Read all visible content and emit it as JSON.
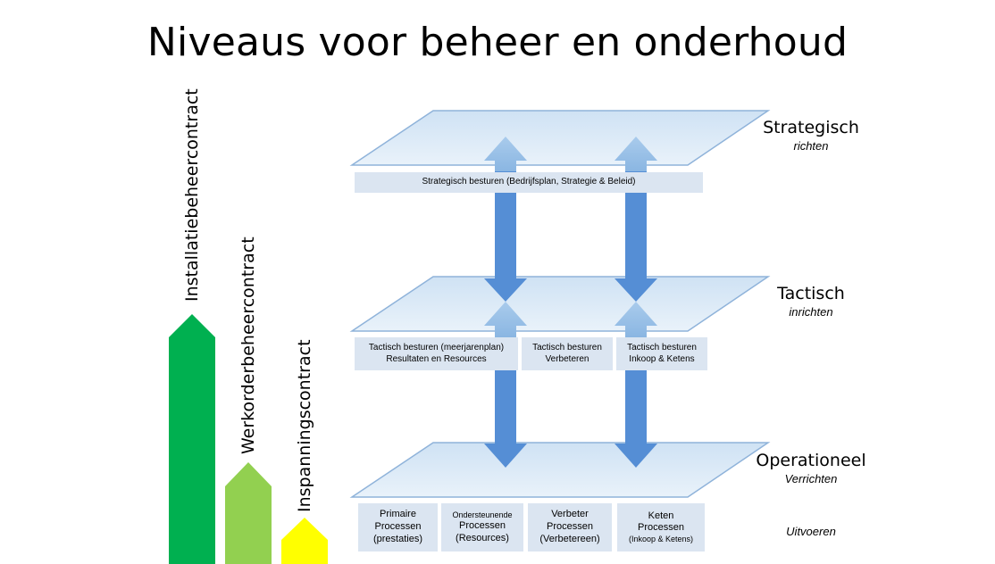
{
  "title": "Niveaus voor beheer en onderhoud",
  "contracts": [
    {
      "label": "Installatiebeheercontract",
      "color": "#00b050"
    },
    {
      "label": "Werkorderbeheercontract",
      "color": "#92d050"
    },
    {
      "label": "Inspanningscontract",
      "color": "#ffff00"
    }
  ],
  "levels": {
    "strategisch": {
      "name": "Strategisch",
      "sub": "richten"
    },
    "tactisch": {
      "name": "Tactisch",
      "sub": "inrichten"
    },
    "operationeel": {
      "name": "Operationeel",
      "sub": "Verrichten"
    },
    "uitvoeren": "Uitvoeren"
  },
  "strategic_box": "Strategisch besturen (Bedrijfsplan, Strategie & Beleid)",
  "tactical_boxes": [
    {
      "line1": "Tactisch besturen (meerjarenplan)",
      "line2": "Resultaten en Resources"
    },
    {
      "line1": "Tactisch besturen",
      "line2": "Verbeteren"
    },
    {
      "line1": "Tactisch besturen",
      "line2": "Inkoop & Ketens"
    }
  ],
  "operational_boxes": [
    {
      "line1": "Primaire",
      "line2": "Processen",
      "line3": "(prestaties)"
    },
    {
      "line1": "Ondersteunende",
      "line2": "Processen",
      "line3": "(Resources)"
    },
    {
      "line1": "Verbeter",
      "line2": "Processen",
      "line3": "(Verbetereen)"
    },
    {
      "line1": "Keten",
      "line2": "Processen",
      "line3": "(Inkoop & Ketens)"
    }
  ]
}
